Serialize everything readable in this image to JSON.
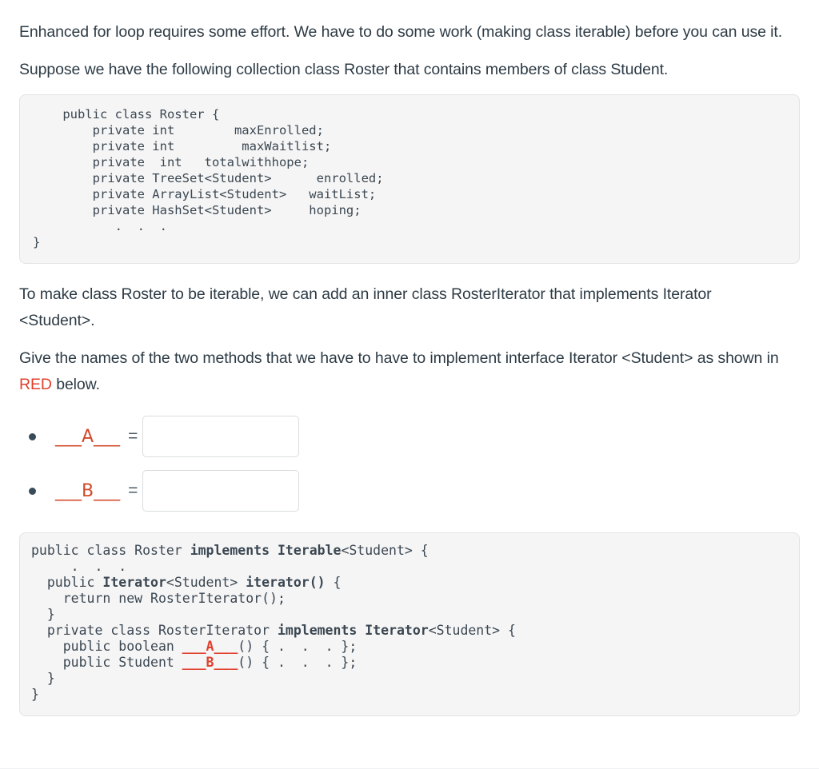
{
  "intro": {
    "paragraph1": "Enhanced for loop requires some effort. We have to do some work (making class iterable) before you can use it.",
    "paragraph2": "Suppose we have the following collection class Roster that contains members of class Student.",
    "paragraph3": "To make class Roster to be iterable, we can add an inner class RosterIterator that implements Iterator <Student>.",
    "paragraph4_before": "Give the names of the two methods that we have to have to implement interface Iterator <Student> as shown in ",
    "paragraph4_red": "RED",
    "paragraph4_after": " below."
  },
  "code_block_1": {
    "lines": "    public class Roster {\n        private int        maxEnrolled;\n        private int         maxWaitlist;\n        private  int   totalwithhope;\n        private TreeSet<Student>      enrolled;\n        private ArrayList<Student>   waitList;\n        private HashSet<Student>     hoping;\n           .  .  .\n}"
  },
  "code_block_2": {
    "line1_a": "public class Roster ",
    "line1_b": "implements Iterable",
    "line1_c": "<Student> {",
    "line2": "     .  .  .",
    "line3_a": "  public ",
    "line3_b": "Iterator",
    "line3_c": "<Student> ",
    "line3_d": "iterator()",
    "line3_e": " {",
    "line4": "    return new RosterIterator();",
    "line5": "  }",
    "line6_a": "  private class RosterIterator ",
    "line6_b": "implements Iterator",
    "line6_c": "<Student> {",
    "line7_a": "    public boolean ",
    "line7_b": "___A___",
    "line7_c": "() { .  .  . };",
    "line8_a": "    public Student ",
    "line8_b": "___B___",
    "line8_c": "() { .  .  . };",
    "line9": "  }",
    "line10": "}"
  },
  "answers": {
    "items": [
      {
        "label": "___A___",
        "equals": "=",
        "value": "",
        "placeholder": ""
      },
      {
        "label": "___B___",
        "equals": "=",
        "value": "",
        "placeholder": ""
      }
    ]
  },
  "colors": {
    "text": "#2d3b45",
    "red_accent": "#e0402c",
    "code_background": "#f5f5f5",
    "code_border": "#e3e3e3",
    "input_border": "#d9dcdf",
    "bullet": "#394b58"
  }
}
